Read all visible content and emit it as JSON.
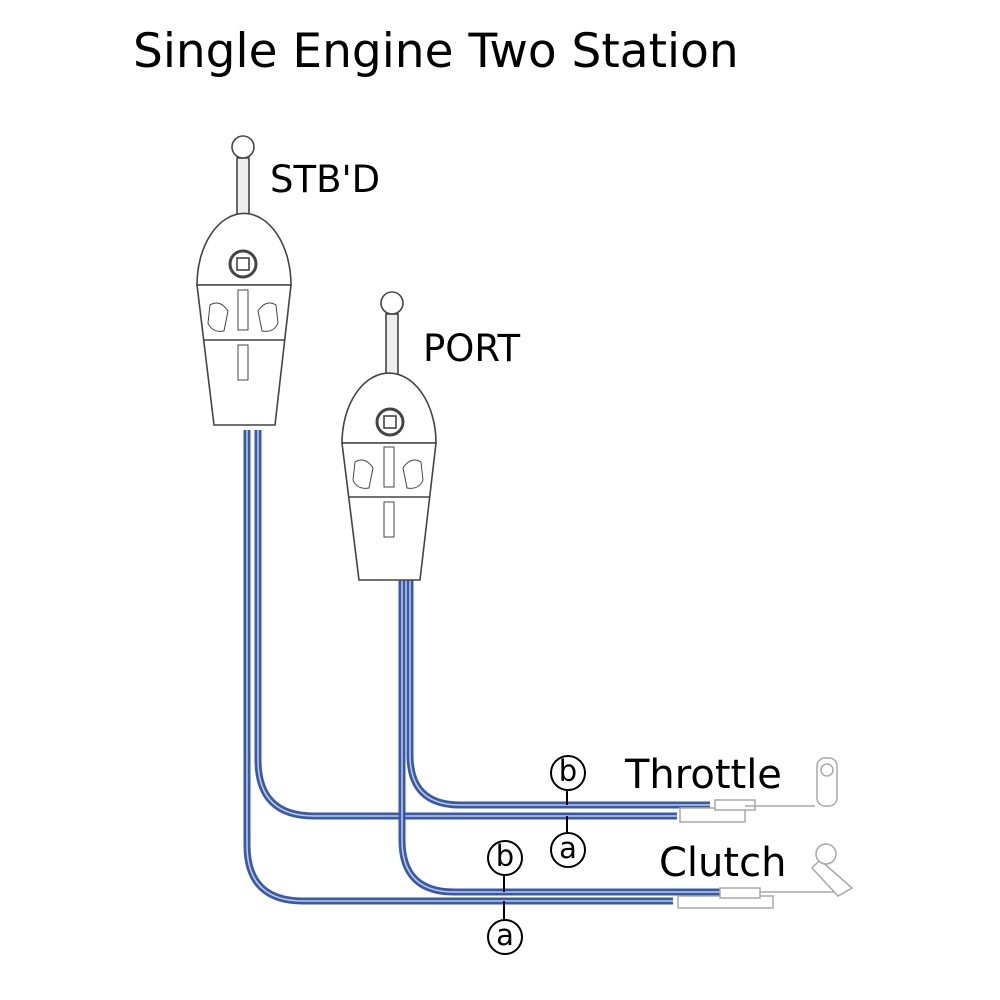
{
  "title": "Single Engine Two Station",
  "stations": {
    "starboard": "STB'D",
    "port": "PORT"
  },
  "cables": {
    "throttle": "Throttle",
    "clutch": "Clutch"
  },
  "markers": {
    "a": "a",
    "b": "b"
  },
  "colors": {
    "cable": "#3a5aa8",
    "cable_highlight": "#b9cdec",
    "drawing": "#444444",
    "actuator": "#a8a8a8"
  }
}
